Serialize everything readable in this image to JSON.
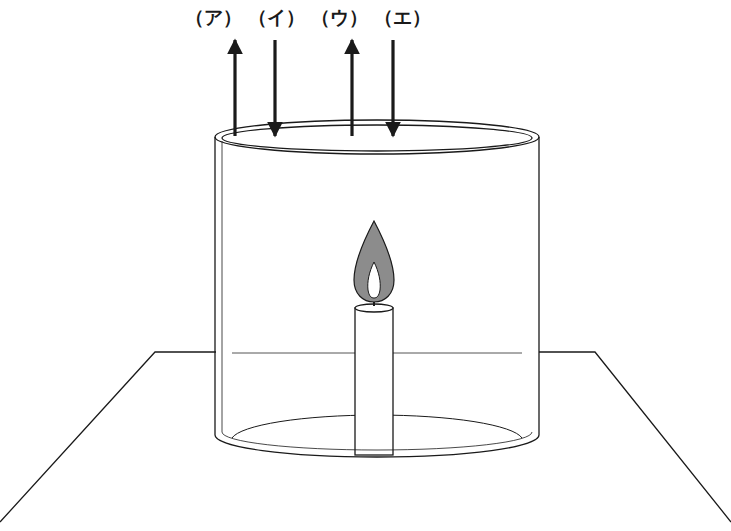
{
  "diagram": {
    "labels": [
      "（ア）",
      "（イ）",
      "（ウ）",
      "（エ）"
    ]
  }
}
